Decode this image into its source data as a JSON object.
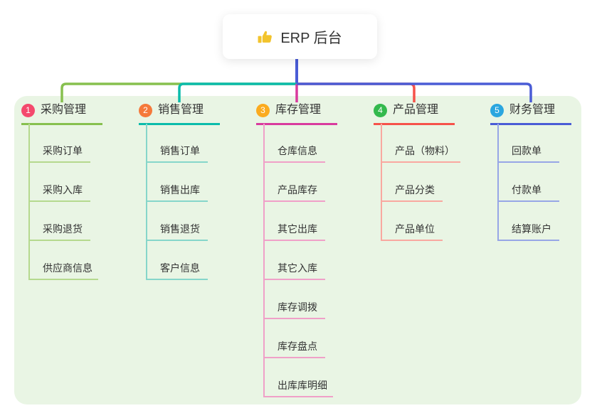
{
  "root": {
    "title": "ERP 后台",
    "icon": "thumbs-up-icon",
    "icon_color": "#f2c32c"
  },
  "canvas": {
    "panel_color": "#e9f5e4",
    "background_color": "#ffffff",
    "text_color": "#333333"
  },
  "branches": [
    {
      "num": "1",
      "label": "采购管理",
      "badge_color": "#f4496d",
      "line_color": "#87c04f",
      "light_color": "#b5d98e",
      "children": [
        "采购订单",
        "采购入库",
        "采购退货",
        "供应商信息"
      ]
    },
    {
      "num": "2",
      "label": "销售管理",
      "badge_color": "#f5793b",
      "line_color": "#0bbcab",
      "light_color": "#86d6ca",
      "children": [
        "销售订单",
        "销售出库",
        "销售退货",
        "客户信息"
      ]
    },
    {
      "num": "3",
      "label": "库存管理",
      "badge_color": "#fbab1f",
      "line_color": "#d93a9e",
      "light_color": "#f0a0c8",
      "children": [
        "仓库信息",
        "产品库存",
        "其它出库",
        "其它入库",
        "库存调拨",
        "库存盘点",
        "出库库明细"
      ]
    },
    {
      "num": "4",
      "label": "产品管理",
      "badge_color": "#33b94d",
      "line_color": "#f6524a",
      "light_color": "#f9a8a0",
      "children": [
        "产品（物料）",
        "产品分类",
        "产品单位"
      ]
    },
    {
      "num": "5",
      "label": "财务管理",
      "badge_color": "#2aa6df",
      "line_color": "#4a5cd6",
      "light_color": "#97a6e6",
      "children": [
        "回款单",
        "付款单",
        "结算账户"
      ]
    }
  ]
}
